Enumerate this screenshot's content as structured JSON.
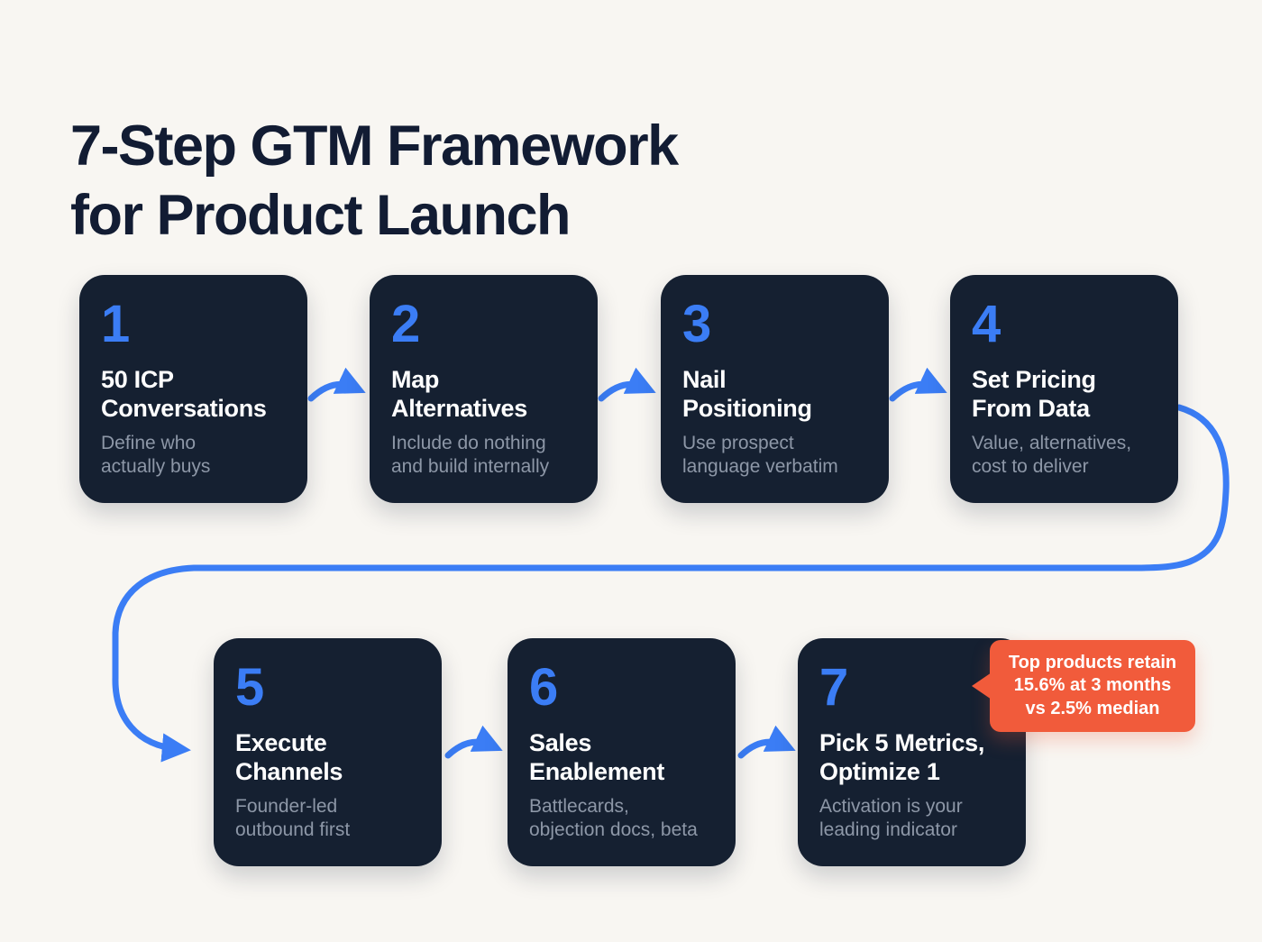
{
  "title": "7-Step GTM Framework\nfor Product Launch",
  "steps": [
    {
      "number": "1",
      "title": "50 ICP\nConversations",
      "subtitle": "Define who\nactually buys"
    },
    {
      "number": "2",
      "title": "Map\nAlternatives",
      "subtitle": "Include do nothing\nand build internally"
    },
    {
      "number": "3",
      "title": "Nail\nPositioning",
      "subtitle": "Use prospect\nlanguage verbatim"
    },
    {
      "number": "4",
      "title": "Set Pricing\nFrom Data",
      "subtitle": "Value, alternatives,\ncost to deliver"
    },
    {
      "number": "5",
      "title": "Execute\nChannels",
      "subtitle": "Founder-led\noutbound first"
    },
    {
      "number": "6",
      "title": "Sales\nEnablement",
      "subtitle": "Battlecards,\nobjection docs, beta"
    },
    {
      "number": "7",
      "title": "Pick 5 Metrics,\nOptimize 1",
      "subtitle": "Activation is your\nleading indicator"
    }
  ],
  "callout": {
    "text": "Top products retain\n15.6% at 3 months\nvs 2.5% median"
  },
  "colors": {
    "background": "#f8f6f2",
    "card": "#152031",
    "accent_blue": "#3b7df5",
    "callout_orange": "#f15b3b",
    "subtitle_gray": "#8d97a7",
    "title_navy": "#121c33"
  }
}
